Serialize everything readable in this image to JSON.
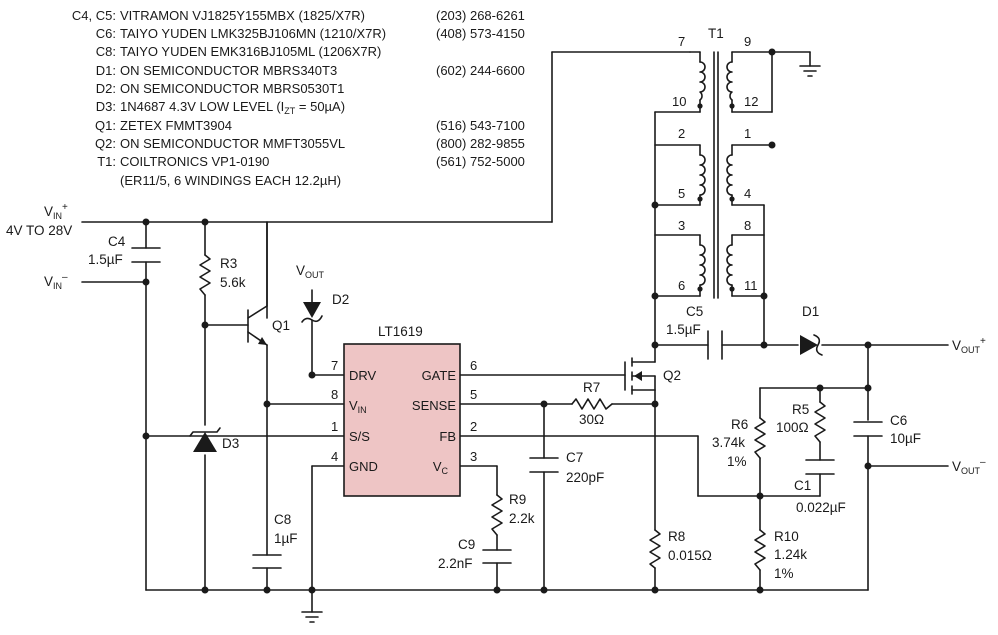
{
  "bom": [
    {
      "ref": "C4, C5:",
      "part": "VITRAMON VJ1825Y155MBX (1825/X7R)",
      "phone": "(203) 268-6261"
    },
    {
      "ref": "C6:",
      "part": "TAIYO YUDEN LMK325BJ106MN (1210/X7R)",
      "phone": "(408) 573-4150"
    },
    {
      "ref": "C8:",
      "part": "TAIYO YUDEN EMK316BJ105ML (1206X7R)",
      "phone": ""
    },
    {
      "ref": "D1:",
      "part": "ON SEMICONDUCTOR MBRS340T3",
      "phone": "(602) 244-6600"
    },
    {
      "ref": "D2:",
      "part": "ON SEMICONDUCTOR MBRS0530T1",
      "phone": ""
    },
    {
      "ref": "D3:",
      "part": "1N4687 4.3V LOW LEVEL (I",
      "phone": ""
    },
    {
      "ref": "Q1:",
      "part": "ZETEX FMMT3904",
      "phone": "(516) 543-7100"
    },
    {
      "ref": "Q2:",
      "part": "ON SEMICONDUCTOR MMFT3055VL",
      "phone": "(800) 282-9855"
    },
    {
      "ref": "T1:",
      "part": "COILTRONICS VP1-0190",
      "phone": "(561) 752-5000"
    },
    {
      "ref": "",
      "part": "(ER11/5, 6 WINDINGS EACH 12.2µH)",
      "phone": ""
    }
  ],
  "d3_sub": "ZT",
  "d3_tail": " = 50µA)",
  "ic": {
    "name": "LT1619",
    "pins_left": [
      {
        "num": "7",
        "name": "DRV"
      },
      {
        "num": "8",
        "name": "V",
        "sub": "IN"
      },
      {
        "num": "1",
        "name": "S/S"
      },
      {
        "num": "4",
        "name": "GND"
      }
    ],
    "pins_right": [
      {
        "num": "6",
        "name": "GATE"
      },
      {
        "num": "5",
        "name": "SENSE"
      },
      {
        "num": "2",
        "name": "FB"
      },
      {
        "num": "3",
        "name": "V",
        "sub": "C"
      }
    ]
  },
  "inputs": {
    "vin_pos": "V",
    "vin_pos_sub": "IN",
    "vin_pos_sup": "+",
    "vin_range": "4V TO 28V",
    "vin_neg": "V",
    "vin_neg_sub": "IN",
    "vin_neg_sup": "–"
  },
  "outputs": {
    "vout_pos": "V",
    "vout_pos_sub": "OUT",
    "vout_pos_sup": "+",
    "vout_neg": "V",
    "vout_neg_sub": "OUT",
    "vout_neg_sup": "–",
    "vout_d2": "V",
    "vout_d2_sub": "OUT"
  },
  "components": {
    "C4": {
      "ref": "C4",
      "value": "1.5µF"
    },
    "R3": {
      "ref": "R3",
      "value": "5.6k"
    },
    "Q1": {
      "ref": "Q1"
    },
    "D2": {
      "ref": "D2"
    },
    "D3": {
      "ref": "D3"
    },
    "C8": {
      "ref": "C8",
      "value": "1µF"
    },
    "R9": {
      "ref": "R9",
      "value": "2.2k"
    },
    "C9": {
      "ref": "C9",
      "value": "2.2nF"
    },
    "C7": {
      "ref": "C7",
      "value": "220pF"
    },
    "R7": {
      "ref": "R7",
      "value": "30Ω"
    },
    "Q2": {
      "ref": "Q2"
    },
    "R8": {
      "ref": "R8",
      "value": "0.015Ω"
    },
    "C5": {
      "ref": "C5",
      "value": "1.5µF"
    },
    "D1": {
      "ref": "D1"
    },
    "R6": {
      "ref": "R6",
      "value": "3.74k",
      "tol": "1%"
    },
    "R5": {
      "ref": "R5",
      "value": "100Ω"
    },
    "C1": {
      "ref": "C1",
      "value": "0.022µF"
    },
    "C6": {
      "ref": "C6",
      "value": "10µF"
    },
    "R10": {
      "ref": "R10",
      "value": "1.24k",
      "tol": "1%"
    },
    "T1": {
      "ref": "T1"
    }
  },
  "transformer_pins": [
    "7",
    "9",
    "10",
    "12",
    "2",
    "1",
    "5",
    "4",
    "3",
    "8",
    "6",
    "11"
  ],
  "colors": {
    "ic_fill": "#eec5c5",
    "wire": "#1a1a1a",
    "background": "#ffffff"
  }
}
